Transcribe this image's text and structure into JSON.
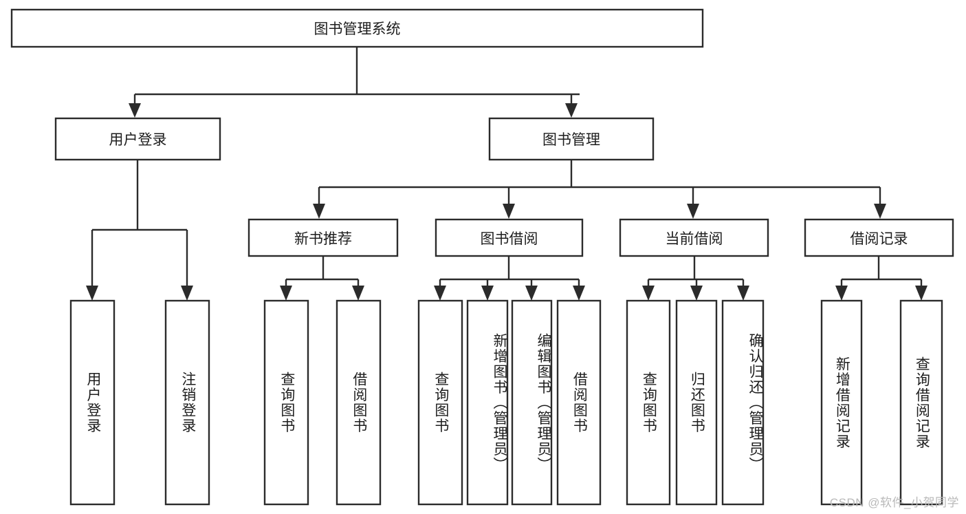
{
  "diagram": {
    "title": "图书管理系统",
    "type": "tree-hierarchy-diagram",
    "colors": {
      "stroke": "#2b2b2b",
      "box_fill": "#ffffff",
      "text": "#1d1d1d",
      "background": "#ffffff",
      "watermark": "#b9b9b9"
    },
    "root": {
      "label": "图书管理系统"
    },
    "level2": [
      {
        "label": "用户登录"
      },
      {
        "label": "图书管理"
      }
    ],
    "level3": [
      {
        "label": "新书推荐"
      },
      {
        "label": "图书借阅"
      },
      {
        "label": "当前借阅"
      },
      {
        "label": "借阅记录"
      }
    ],
    "leaves": {
      "user_login": [
        {
          "label": "用户登录"
        },
        {
          "label": "注销登录"
        }
      ],
      "new_book_recommend": [
        {
          "label": "查询图书"
        },
        {
          "label": "借阅图书"
        }
      ],
      "book_borrow": [
        {
          "label": "查询图书"
        },
        {
          "label": "新增图书（管理员）"
        },
        {
          "label": "编辑图书（管理员）"
        },
        {
          "label": "借阅图书"
        }
      ],
      "current_borrow": [
        {
          "label": "查询图书"
        },
        {
          "label": "归还图书"
        },
        {
          "label": "确认归还（管理员）"
        }
      ],
      "borrow_record": [
        {
          "label": "新增借阅记录"
        },
        {
          "label": "查询借阅记录"
        }
      ]
    },
    "watermark": "CSDN @软件_小贺同学"
  }
}
